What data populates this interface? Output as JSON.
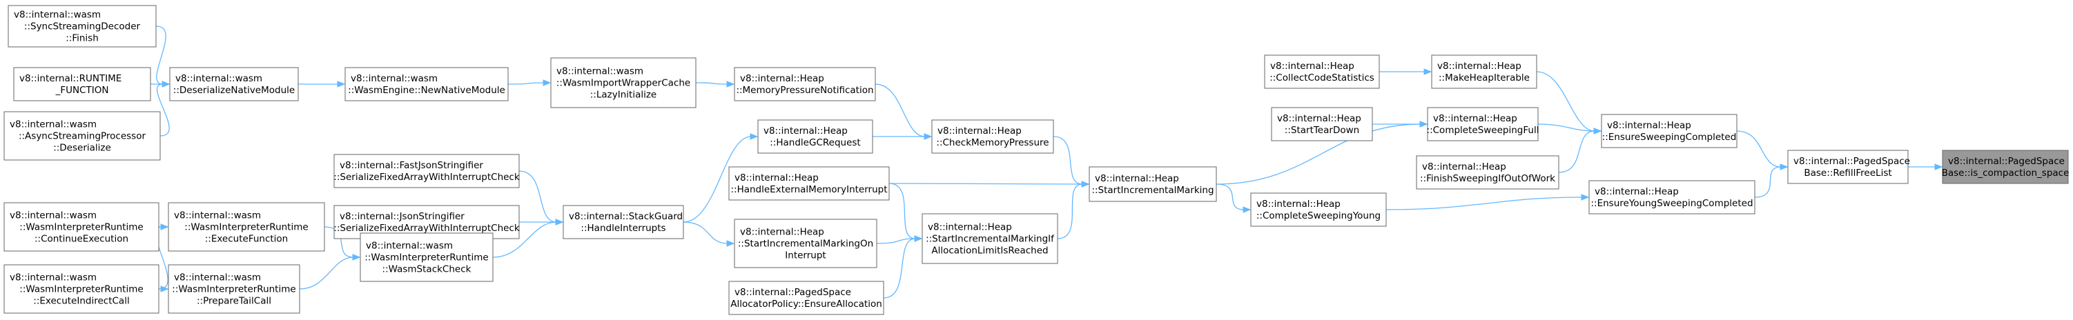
{
  "graph": {
    "title": "",
    "edge_color": "#63b8ff",
    "node_border_color": "#666666",
    "highlight_fill": "#999999",
    "nodes": [
      {
        "id": "syncfinish",
        "lines": [
          "v8::internal::wasm",
          "::SyncStreamingDecoder",
          "::Finish"
        ]
      },
      {
        "id": "runtimefn",
        "lines": [
          "v8::internal::RUNTIME",
          "_FUNCTION"
        ]
      },
      {
        "id": "asyncdeser",
        "lines": [
          "v8::internal::wasm",
          "::AsyncStreamingProcessor",
          "::Deserialize"
        ]
      },
      {
        "id": "deser",
        "lines": [
          "v8::internal::wasm",
          "::DeserializeNativeModule"
        ]
      },
      {
        "id": "newnative",
        "lines": [
          "v8::internal::wasm",
          "::WasmEngine::NewNativeModule"
        ]
      },
      {
        "id": "lazyinit",
        "lines": [
          "v8::internal::wasm",
          "::WasmImportWrapperCache",
          "::LazyInitialize"
        ]
      },
      {
        "id": "mempressnotif",
        "lines": [
          "v8::internal::Heap",
          "::MemoryPressureNotification"
        ]
      },
      {
        "id": "handlegc",
        "lines": [
          "v8::internal::Heap",
          "::HandleGCRequest"
        ]
      },
      {
        "id": "checkmem",
        "lines": [
          "v8::internal::Heap",
          "::CheckMemoryPressure"
        ]
      },
      {
        "id": "handleextmem",
        "lines": [
          "v8::internal::Heap",
          "::HandleExternalMemoryInterrupt"
        ]
      },
      {
        "id": "faststr",
        "lines": [
          "v8::internal::FastJsonStringifier",
          "::SerializeFixedArrayWithInterruptCheck"
        ]
      },
      {
        "id": "jsonstr",
        "lines": [
          "v8::internal::JsonStringifier",
          "::SerializeFixedArrayWithInterruptCheck"
        ]
      },
      {
        "id": "stackguard",
        "lines": [
          "v8::internal::StackGuard",
          "::HandleInterrupts"
        ]
      },
      {
        "id": "startimoninterrupt",
        "lines": [
          "v8::internal::Heap",
          "::StartIncrementalMarkingOn",
          "Interrupt"
        ]
      },
      {
        "id": "pagedalloc",
        "lines": [
          "v8::internal::PagedSpace",
          "AllocatorPolicy::EnsureAllocation"
        ]
      },
      {
        "id": "startimiflimit",
        "lines": [
          "v8::internal::Heap",
          "::StartIncrementalMarkingIf",
          "AllocationLimitIsReached"
        ]
      },
      {
        "id": "startim",
        "lines": [
          "v8::internal::Heap",
          "::StartIncrementalMarking"
        ]
      },
      {
        "id": "contexec",
        "lines": [
          "v8::internal::wasm",
          "::WasmInterpreterRuntime",
          "::ContinueExecution"
        ]
      },
      {
        "id": "execindirect",
        "lines": [
          "v8::internal::wasm",
          "::WasmInterpreterRuntime",
          "::ExecuteIndirectCall"
        ]
      },
      {
        "id": "execfn",
        "lines": [
          "v8::internal::wasm",
          "::WasmInterpreterRuntime",
          "::ExecuteFunction"
        ]
      },
      {
        "id": "preptail",
        "lines": [
          "v8::internal::wasm",
          "::WasmInterpreterRuntime",
          "::PrepareTailCall"
        ]
      },
      {
        "id": "wasmstack",
        "lines": [
          "v8::internal::wasm",
          "::WasmInterpreterRuntime",
          "::WasmStackCheck"
        ]
      },
      {
        "id": "collectcode",
        "lines": [
          "v8::internal::Heap",
          "::CollectCodeStatistics"
        ]
      },
      {
        "id": "makeheap",
        "lines": [
          "v8::internal::Heap",
          "::MakeHeapIterable"
        ]
      },
      {
        "id": "starttear",
        "lines": [
          "v8::internal::Heap",
          "::StartTearDown"
        ]
      },
      {
        "id": "completefull",
        "lines": [
          "v8::internal::Heap",
          "::CompleteSweepingFull"
        ]
      },
      {
        "id": "finishifout",
        "lines": [
          "v8::internal::Heap",
          "::FinishSweepingIfOutOfWork"
        ]
      },
      {
        "id": "completeyoung",
        "lines": [
          "v8::internal::Heap",
          "::CompleteSweepingYoung"
        ]
      },
      {
        "id": "ensuresweep",
        "lines": [
          "v8::internal::Heap",
          "::EnsureSweepingCompleted"
        ]
      },
      {
        "id": "ensureyoung",
        "lines": [
          "v8::internal::Heap",
          "::EnsureYoungSweepingCompleted"
        ]
      },
      {
        "id": "refill",
        "lines": [
          "v8::internal::PagedSpace",
          "Base::RefillFreeList"
        ]
      },
      {
        "id": "iscompaction",
        "lines": [
          "v8::internal::PagedSpace",
          "Base::is_compaction_space"
        ],
        "highlight": true
      }
    ],
    "edges": [
      [
        "syncfinish",
        "deser"
      ],
      [
        "runtimefn",
        "deser"
      ],
      [
        "asyncdeser",
        "deser"
      ],
      [
        "deser",
        "newnative"
      ],
      [
        "newnative",
        "lazyinit"
      ],
      [
        "lazyinit",
        "mempressnotif"
      ],
      [
        "mempressnotif",
        "checkmem"
      ],
      [
        "handlegc",
        "checkmem"
      ],
      [
        "checkmem",
        "startim"
      ],
      [
        "stackguard",
        "handlegc"
      ],
      [
        "handleextmem",
        "startim"
      ],
      [
        "handleextmem",
        "startimiflimit"
      ],
      [
        "faststr",
        "stackguard"
      ],
      [
        "jsonstr",
        "stackguard"
      ],
      [
        "wasmstack",
        "stackguard"
      ],
      [
        "stackguard",
        "startimoninterrupt"
      ],
      [
        "startimoninterrupt",
        "startimiflimit"
      ],
      [
        "pagedalloc",
        "startimiflimit"
      ],
      [
        "startimiflimit",
        "startim"
      ],
      [
        "contexec",
        "execfn"
      ],
      [
        "execindirect",
        "execfn"
      ],
      [
        "execindirect",
        "preptail"
      ],
      [
        "execfn",
        "wasmstack"
      ],
      [
        "preptail",
        "wasmstack"
      ],
      [
        "startim",
        "completefull"
      ],
      [
        "startim",
        "completeyoung"
      ],
      [
        "collectcode",
        "makeheap"
      ],
      [
        "starttear",
        "completefull"
      ],
      [
        "makeheap",
        "ensuresweep"
      ],
      [
        "completefull",
        "ensuresweep"
      ],
      [
        "finishifout",
        "ensuresweep"
      ],
      [
        "completeyoung",
        "ensureyoung"
      ],
      [
        "ensuresweep",
        "refill"
      ],
      [
        "ensureyoung",
        "refill"
      ],
      [
        "refill",
        "iscompaction"
      ]
    ]
  }
}
